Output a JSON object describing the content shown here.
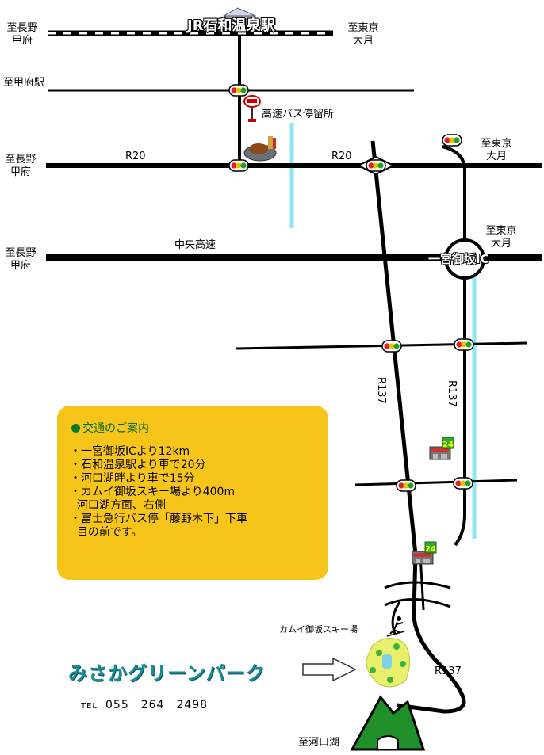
{
  "title": "JR石和温泉駅",
  "labels": {
    "rail_left": [
      "至長野",
      "甲府"
    ],
    "rail_right": [
      "至東京",
      "大月"
    ],
    "kofu_station": "至甲府駅",
    "bus_stop": "高速バス停留所",
    "r20_left_dest": [
      "至長野",
      "甲府"
    ],
    "r20_a": "R20",
    "r20_b": "R20",
    "r20_right_dest": [
      "至東京",
      "大月"
    ],
    "expressway_left_dest": [
      "至長野",
      "甲府"
    ],
    "expressway_name": "中央高速",
    "expressway_right_dest": [
      "至東京",
      "大月"
    ],
    "ic_name": "一宮御坂IC",
    "r137_left": "R137",
    "r137_right": "R137",
    "r137_bottom": "R137",
    "ski_area": "カムイ御坂スキー場",
    "lake_dest": "至河口湖"
  },
  "info": {
    "title": "交通のご案内",
    "items": [
      "・一宮御坂ICより12km",
      "・石和温泉駅より車で20分",
      "・河口湖畔より車で15分",
      "・カムイ御坂スキー場より400m",
      "  河口湖方面、右側",
      "・富士急行バス停「藤野木下」下車",
      "  目の前です。"
    ]
  },
  "park": {
    "name": "みさかグリーンパーク",
    "tel_label": "TEL",
    "tel": "055－264－2498"
  },
  "icons": {
    "traffic_light": "traffic-light-icon",
    "bus_stop": "bus-stop-icon",
    "restaurant": "restaurant-icon",
    "convenience_store": "24h-store-icon",
    "skier": "skier-icon",
    "mountain": "mountain-icon",
    "park": "park-icon",
    "arrow": "arrow-right-icon"
  },
  "colors": {
    "road": "#000000",
    "river": "#8fe6f2",
    "info_box": "#f7c519",
    "park_text": "#178d97",
    "mountain": "#1f8f2a"
  }
}
